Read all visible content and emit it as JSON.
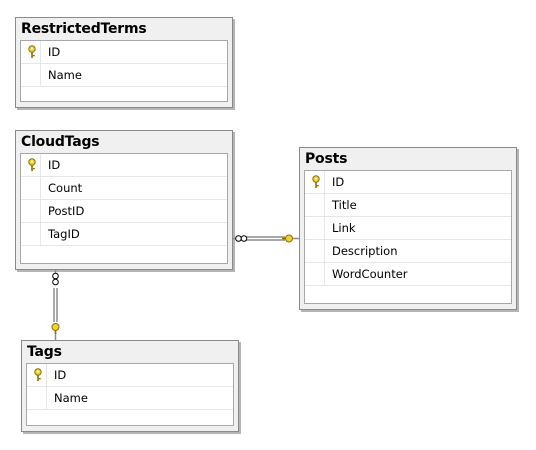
{
  "tables": [
    {
      "id": "restricted_terms",
      "title": "RestrictedTerms",
      "columns": [
        {
          "name": "ID",
          "key": true
        },
        {
          "name": "Name",
          "key": false
        }
      ]
    },
    {
      "id": "cloud_tags",
      "title": "CloudTags",
      "columns": [
        {
          "name": "ID",
          "key": true
        },
        {
          "name": "Count",
          "key": false
        },
        {
          "name": "PostID",
          "key": false
        },
        {
          "name": "TagID",
          "key": false
        }
      ]
    },
    {
      "id": "posts",
      "title": "Posts",
      "columns": [
        {
          "name": "ID",
          "key": true
        },
        {
          "name": "Title",
          "key": false
        },
        {
          "name": "Link",
          "key": false
        },
        {
          "name": "Description",
          "key": false
        },
        {
          "name": "WordCounter",
          "key": false
        }
      ]
    },
    {
      "id": "tags",
      "title": "Tags",
      "columns": [
        {
          "name": "ID",
          "key": true
        },
        {
          "name": "Name",
          "key": false
        }
      ]
    }
  ],
  "relationships": [
    {
      "from": "CloudTags",
      "to": "Posts",
      "from_end": "many",
      "to_end": "one"
    },
    {
      "from": "CloudTags",
      "to": "Tags",
      "from_end": "many",
      "to_end": "one"
    }
  ],
  "colors": {
    "key": "#e8c400",
    "line": "#8c8c8c",
    "panel": "#f0f0f0"
  },
  "icons": {
    "primary_key": "key-icon",
    "many_end": "infinity-icon"
  }
}
